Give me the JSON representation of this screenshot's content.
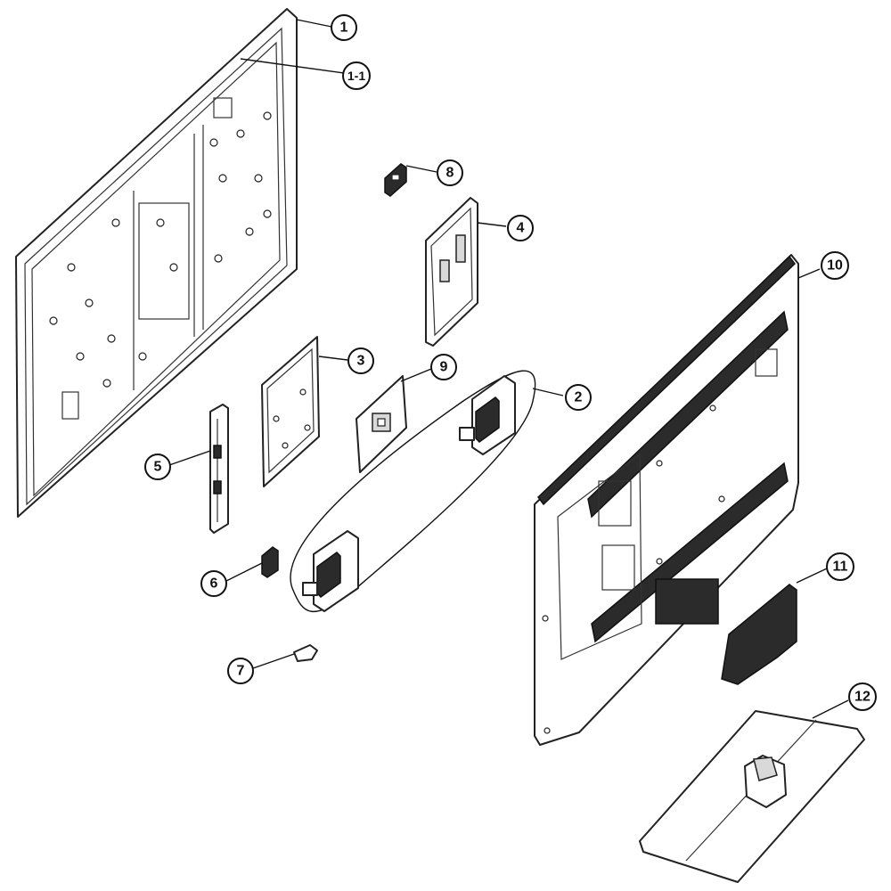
{
  "diagram": {
    "type": "exploded-parts-view",
    "callouts": [
      {
        "id": "1",
        "label": "1"
      },
      {
        "id": "1-1",
        "label": "1-1"
      },
      {
        "id": "2",
        "label": "2"
      },
      {
        "id": "3",
        "label": "3"
      },
      {
        "id": "4",
        "label": "4"
      },
      {
        "id": "5",
        "label": "5"
      },
      {
        "id": "6",
        "label": "6"
      },
      {
        "id": "7",
        "label": "7"
      },
      {
        "id": "8",
        "label": "8"
      },
      {
        "id": "9",
        "label": "9"
      },
      {
        "id": "10",
        "label": "10"
      },
      {
        "id": "11",
        "label": "11"
      },
      {
        "id": "12",
        "label": "12"
      }
    ]
  }
}
